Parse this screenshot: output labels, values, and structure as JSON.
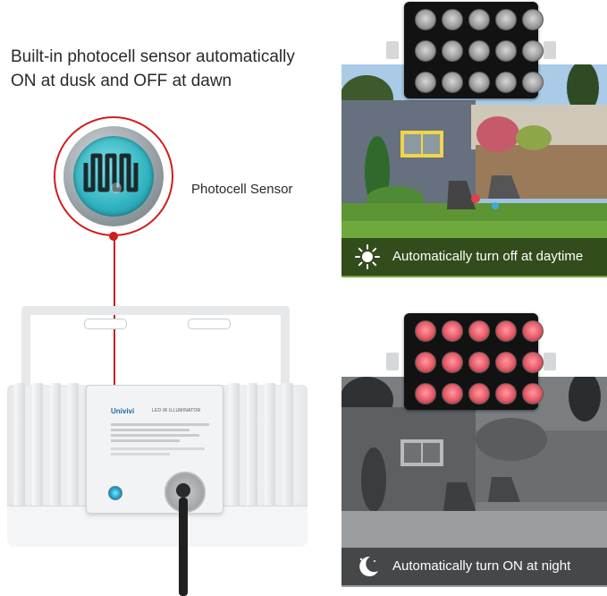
{
  "headline": {
    "line1": "Built-in photocell sensor automatically",
    "line2": "ON at dusk and OFF at dawn"
  },
  "callout": {
    "label": "Photocell Sensor",
    "color": "#cc1f1f"
  },
  "device": {
    "brand": "Univivi",
    "label": "LED IR ILLUMINATOR"
  },
  "day_panel": {
    "caption": "Automatically turn off at daytime",
    "icon": "sun-icon",
    "led_state": "off"
  },
  "night_panel": {
    "caption": "Automatically turn ON at night",
    "icon": "moon-icon",
    "led_state": "on",
    "led_color": "#e65865"
  }
}
